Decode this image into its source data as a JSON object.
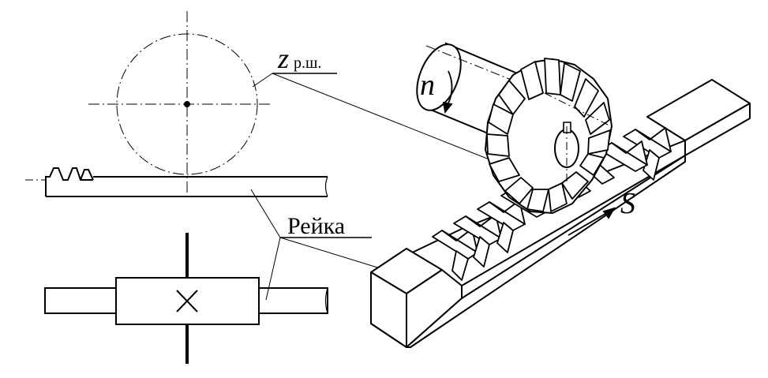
{
  "labels": {
    "pinion_symbol": "z",
    "pinion_subscript": "р.ш.",
    "rack_label": "Рейка",
    "rotation_label": "n",
    "feed_label": "S"
  },
  "colors": {
    "ink": "#000000",
    "paper": "#ffffff"
  }
}
